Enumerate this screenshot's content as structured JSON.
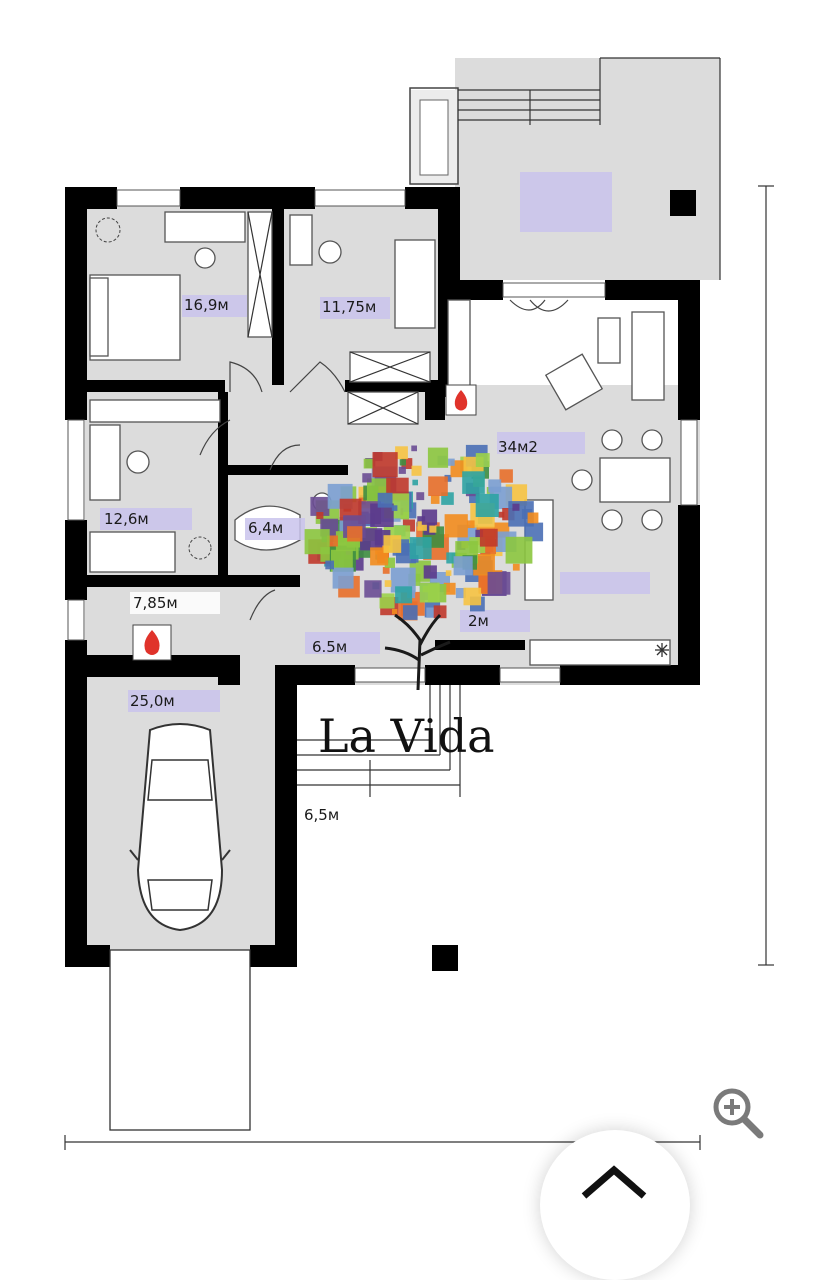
{
  "brand": "La Vida",
  "rooms": [
    {
      "id": "bedroom-1",
      "label": "16,9м"
    },
    {
      "id": "bedroom-2",
      "label": "11,75м"
    },
    {
      "id": "living",
      "label": "34м2"
    },
    {
      "id": "office",
      "label": "12,6м"
    },
    {
      "id": "bath",
      "label": "6,4м"
    },
    {
      "id": "boiler",
      "label": "7,85м"
    },
    {
      "id": "hall",
      "label": "6.5м"
    },
    {
      "id": "wc",
      "label": "2м"
    },
    {
      "id": "garage",
      "label": "25,0м"
    }
  ],
  "porch_label": "6,5м",
  "colors": {
    "wall": "#000000",
    "floor": "#dcdcdc",
    "label_blur": "#c9c3ec",
    "fire": "#e0332b"
  },
  "icons": [
    "fireplace-icon",
    "boiler-icon",
    "car-icon",
    "plant-icon",
    "snowflake-icon",
    "zoom-in-icon",
    "chevron-up-icon"
  ]
}
